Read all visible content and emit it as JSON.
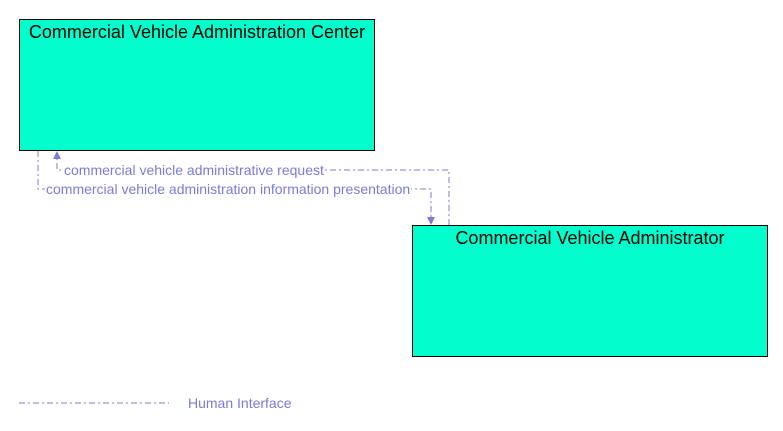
{
  "nodes": {
    "center": {
      "label": "Commercial Vehicle Administration Center"
    },
    "administrator": {
      "label": "Commercial Vehicle Administrator"
    }
  },
  "flows": [
    {
      "label": "commercial vehicle administrative request",
      "from": "Commercial Vehicle Administrator",
      "to": "Commercial Vehicle Administration Center"
    },
    {
      "label": "commercial vehicle administration information presentation",
      "from": "Commercial Vehicle Administration Center",
      "to": "Commercial Vehicle Administrator"
    }
  ],
  "legend": {
    "label": "Human Interface"
  },
  "colors": {
    "node_fill": "#00ffcc",
    "flow_line": "#7b7bd8"
  }
}
